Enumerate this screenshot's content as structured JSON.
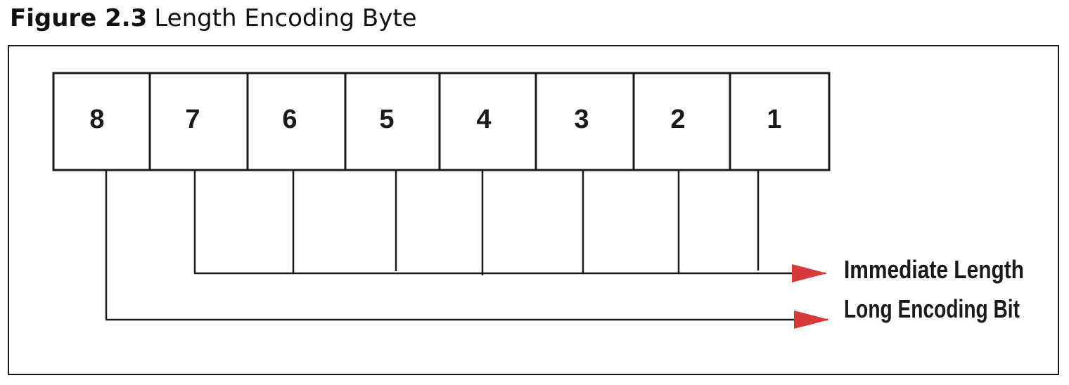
{
  "figure": {
    "number": "Figure 2.3",
    "title": "Length Encoding Byte"
  },
  "bits": [
    "8",
    "7",
    "6",
    "5",
    "4",
    "3",
    "2",
    "1"
  ],
  "labels": {
    "immediate_length": "Immediate Length",
    "long_encoding_bit": "Long Encoding Bit"
  },
  "colors": {
    "arrow": "#d63a3a",
    "line": "#1a1a1a"
  }
}
